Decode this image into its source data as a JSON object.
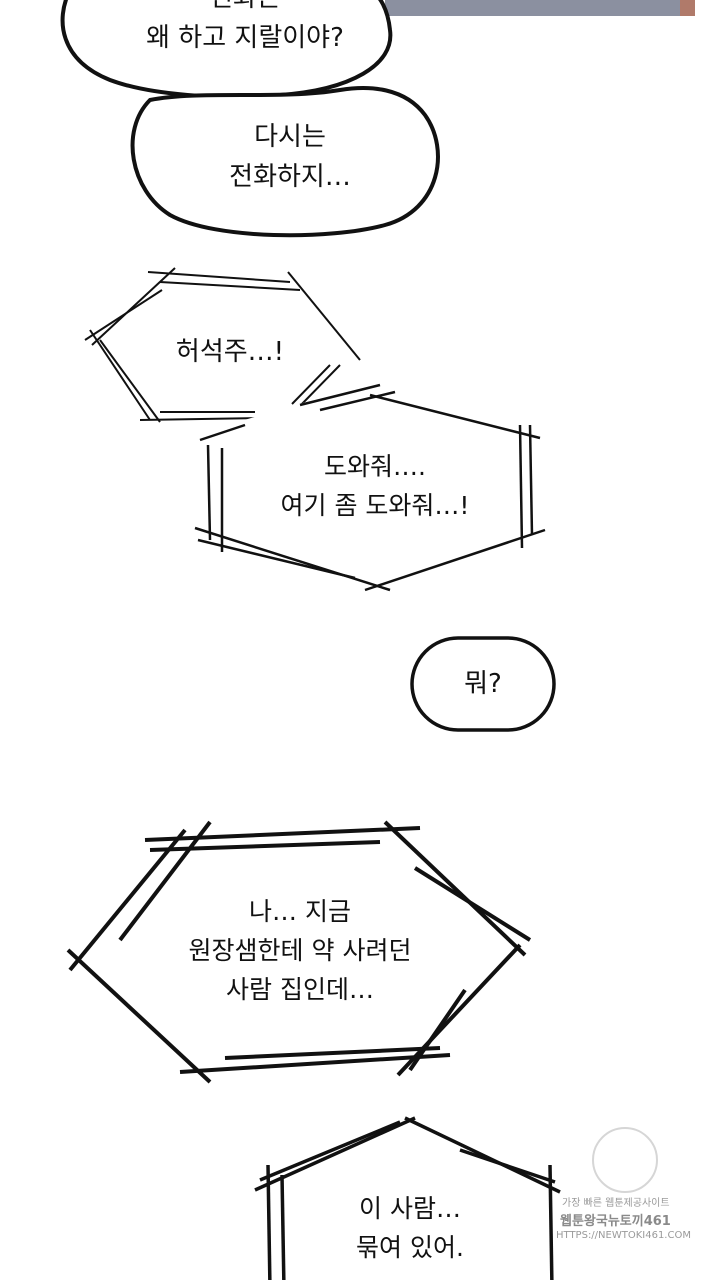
{
  "panel": {
    "top_image_color": "#8b90a0",
    "top_image_edge_color": "#b07a6a"
  },
  "bubbles": {
    "speech_1": [
      "전화는",
      "왜 하고 지랄이야?"
    ],
    "speech_2": [
      "다시는",
      "전화하지…"
    ],
    "shout_1": [
      "허석주…!"
    ],
    "shout_2": [
      "도와줘….",
      "여기 좀 도와줘…!"
    ],
    "speech_3": [
      "뭐?"
    ],
    "shout_3": [
      "나… 지금",
      "원장샘한테 약 사려던",
      "사람 집인데…"
    ],
    "shout_4": [
      "이 사람…",
      "묶여 있어."
    ]
  },
  "watermark": {
    "line1": "가장 빠른 웹툰제공사이트",
    "line2": "웹툰왕국뉴토끼461",
    "line3": "HTTPS://NEWTOKI461.COM"
  },
  "colors": {
    "ink": "#111111",
    "background": "#ffffff",
    "watermark": "#9a9a9a"
  }
}
